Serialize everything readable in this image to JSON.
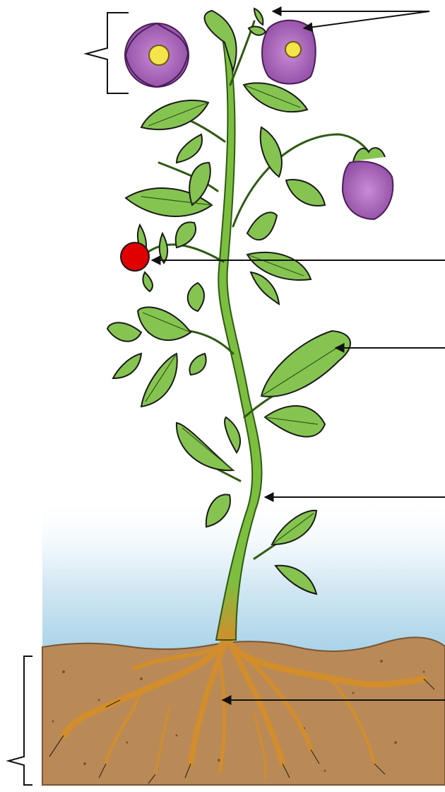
{
  "diagram": {
    "subject": "plant-parts",
    "colors": {
      "background": "#ffffff",
      "sky": "#a9d3e8",
      "soil": "#b98a58",
      "soil_dark": "#8a5e33",
      "root": "#d28d2c",
      "stem": "#7cbf3f",
      "leaf": "#86c451",
      "leaf_dark": "#4c8a25",
      "outline": "#1a1a1a",
      "flower": "#a565b8",
      "flower_dark": "#6e3180",
      "flower_center": "#f5e44a",
      "marker": "#e00000",
      "arrow": "#111111"
    },
    "label_pointers": [
      {
        "name": "flower-pointer",
        "target": "flower"
      },
      {
        "name": "bud-pointer",
        "target": "flower-bud"
      },
      {
        "name": "leaf-pointer",
        "target": "leaf"
      },
      {
        "name": "stem-pointer",
        "target": "stem"
      },
      {
        "name": "root-pointer",
        "target": "roots"
      }
    ],
    "brackets": [
      {
        "name": "flowers-bracket",
        "groups": "flowers"
      },
      {
        "name": "roots-bracket",
        "groups": "root-system"
      }
    ],
    "marker": {
      "name": "red-dot-marker",
      "shape": "circle"
    },
    "labels": []
  }
}
